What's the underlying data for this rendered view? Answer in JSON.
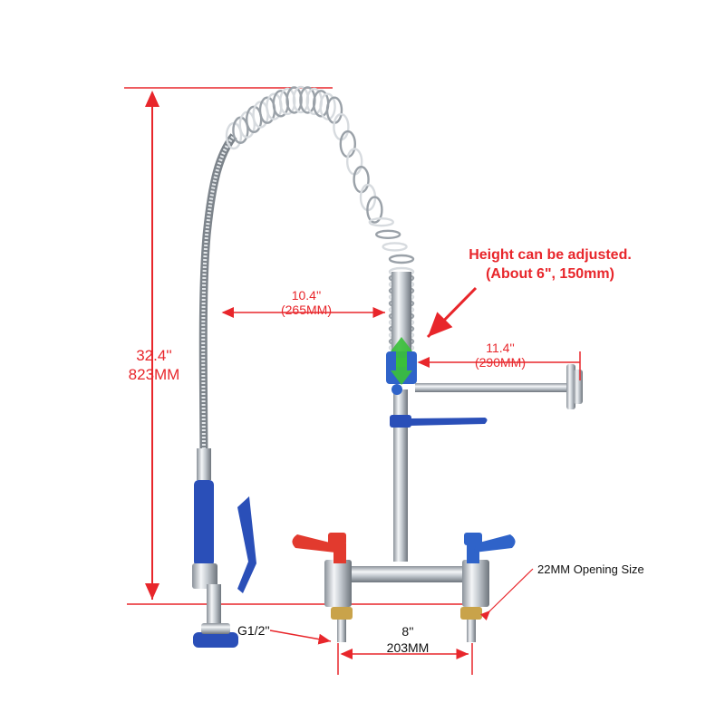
{
  "dimensions": {
    "height": {
      "imperial": "32.4''",
      "metric": "823MM"
    },
    "reach": {
      "imperial": "10.4''",
      "metric": "(265MM)"
    },
    "arm": {
      "imperial": "11.4''",
      "metric": "(290MM)"
    },
    "spacing": {
      "imperial": "8''",
      "metric": "203MM"
    },
    "thread": "G1/2''",
    "opening": "22MM Opening Size"
  },
  "adjust_note": {
    "line1": "Height can be adjusted.",
    "line2": "(About 6\", 150mm)"
  },
  "colors": {
    "dimension": "#e8262b",
    "hot_handle": "#e23a2e",
    "cold_handle": "#2f63c9",
    "handle_blue": "#2a4fb8",
    "chrome": "#c9ced3",
    "arrow_green": "#3bbf3b",
    "note_arrow": "#e8262b"
  },
  "icons": [
    "spring-coil",
    "pull-down-hose",
    "spray-valve",
    "wall-bracket",
    "up-down-arrow"
  ]
}
